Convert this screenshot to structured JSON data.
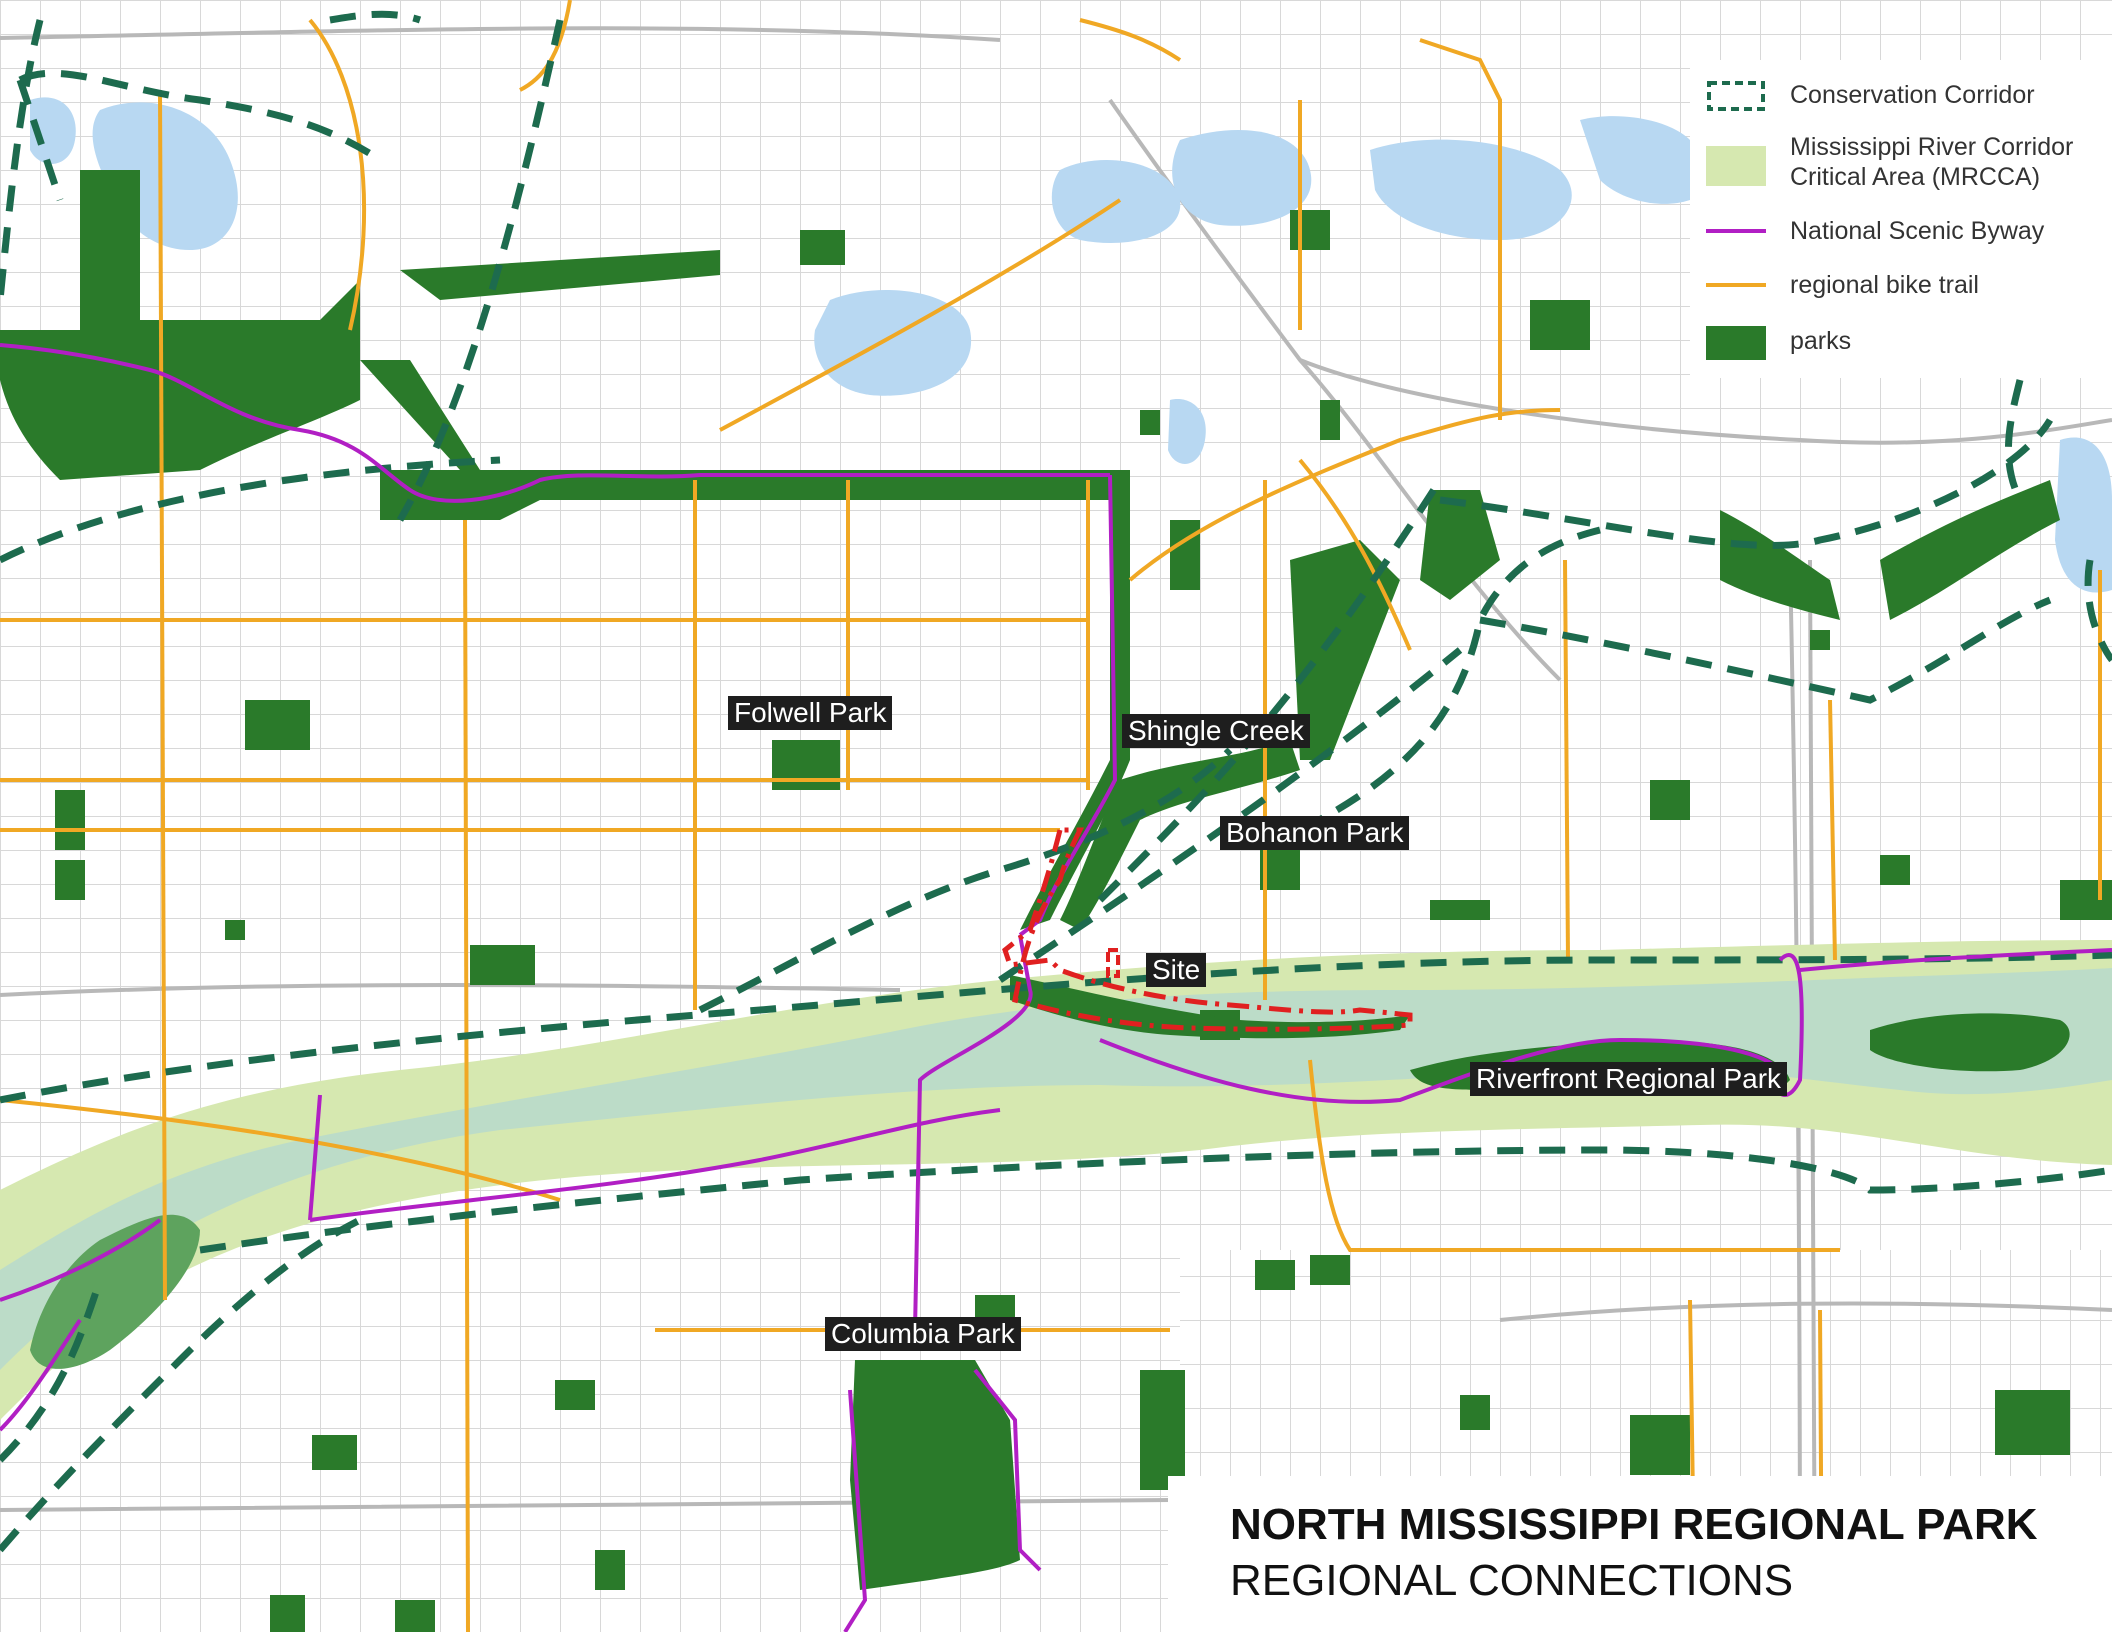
{
  "legend": {
    "conservation_corridor": "Conservation Corridor",
    "mrcca_line1": "Mississippi River Corridor",
    "mrcca_line2": "Critical Area (MRCCA)",
    "byway": "National Scenic Byway",
    "bike_trail": "regional bike trail",
    "parks": "parks"
  },
  "labels": {
    "folwell_park": "Folwell Park",
    "shingle_creek": "Shingle Creek",
    "bohanon_park": "Bohanon Park",
    "site": "Site",
    "riverfront_park": "Riverfront Regional Park",
    "columbia_park": "Columbia Park"
  },
  "title": {
    "main": "NORTH MISSISSIPPI REGIONAL PARK",
    "sub": "REGIONAL CONNECTIONS"
  },
  "colors": {
    "park": "#2a7a2a",
    "water": "#b8d8f2",
    "mrcca": "#d6e8b0",
    "river": "#bcdcc8",
    "byway": "#b11fc4",
    "bike_trail": "#f0a824",
    "corridor": "#1d6b4e",
    "site": "#e02020"
  }
}
